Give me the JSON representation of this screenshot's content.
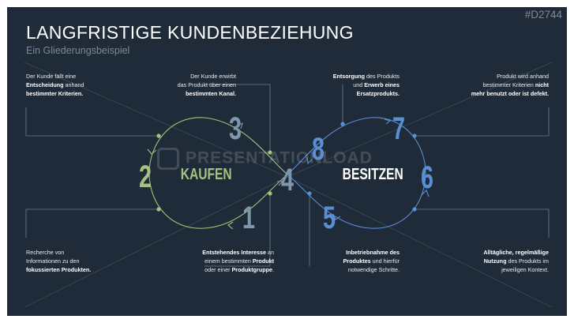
{
  "header": {
    "title": "LANGFRISTIGE KUNDENBEZIEHUNG",
    "subtitle": "Ein Gliederungsbeispiel",
    "code": "#D2744"
  },
  "watermark": "PRESENTATIONLOAD",
  "colors": {
    "background": "#1f2b38",
    "green": "#a2c37e",
    "blue": "#5b8fd4",
    "steel": "#7f97aa",
    "line": "#6f7f8e"
  },
  "loops": {
    "left_label": "KAUFEN",
    "right_label": "BESITZEN"
  },
  "numbers": {
    "n1": "1",
    "n2": "2",
    "n3": "3",
    "n4": "4",
    "n5": "5",
    "n6": "6",
    "n7": "7",
    "n8": "8"
  },
  "texts": {
    "tl": {
      "l1": "Der Kunde fällt eine",
      "l2b": "Entscheidung",
      "l2": " anhand",
      "l3b": "bestimmter Kriterien."
    },
    "tc": {
      "l1": "Der Kunde erwirbt",
      "l2": "das Produkt über einen",
      "l3b": "bestimmten Kanal."
    },
    "tm": {
      "l1b": "Entsorgung",
      "l1": " des Produkts",
      "l2": "und ",
      "l2b": "Erwerb eines",
      "l3b": "Ersatzprodukts."
    },
    "tr": {
      "l1": "Produkt wird anhand",
      "l2": "bestimmter Kriterien ",
      "l2b": "nicht",
      "l3b": "mehr benutzt oder ist defekt."
    },
    "bl": {
      "l1": "Recherche von",
      "l2": "Informationen zu den",
      "l3b": "fokussierten Produkten."
    },
    "bc": {
      "l1b": "Entstehendes Interesse",
      "l1": " an",
      "l2": "einem bestimmten ",
      "l2b": "Produkt",
      "l3": "oder einer ",
      "l3b": "Produktgruppe",
      "l3e": "."
    },
    "bm": {
      "l1b": "Inbetriebnahme des",
      "l2b": "Produktes",
      "l2": " und hierfür",
      "l3": "notwendige Schritte."
    },
    "br": {
      "l1b": "Alltägliche, regelmäßige",
      "l2b": "Nutzung",
      "l2": " des Produkts im",
      "l3": "jeweiligen Kontext."
    }
  }
}
